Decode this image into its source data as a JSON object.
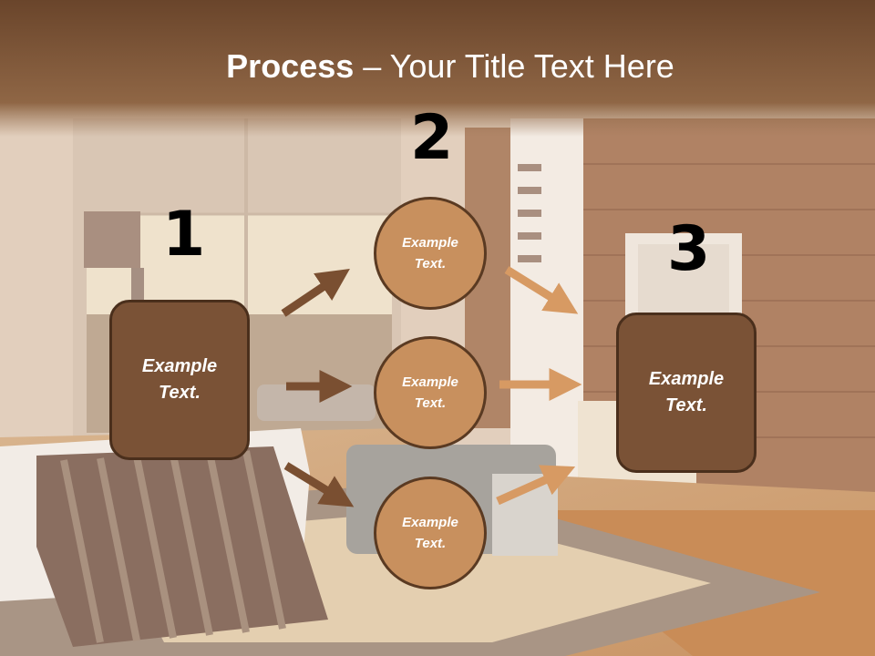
{
  "title": {
    "bold": "Process",
    "rest": " – Your Title Text Here"
  },
  "steps": [
    {
      "number": "1",
      "label": "Example\nText."
    },
    {
      "number": "2",
      "label": "Example\nText."
    },
    {
      "number": "3",
      "label": "Example\nText."
    }
  ],
  "circles": [
    {
      "label": "Example\nText."
    },
    {
      "label": "Example\nText."
    },
    {
      "label": "Example\nText."
    }
  ],
  "colors": {
    "title_bar": "#6f4a2e",
    "box_fill": "#7a5236",
    "circle_fill": "#c8905e",
    "arrow_dark": "#7a4f31",
    "arrow_light": "#d79a63"
  }
}
